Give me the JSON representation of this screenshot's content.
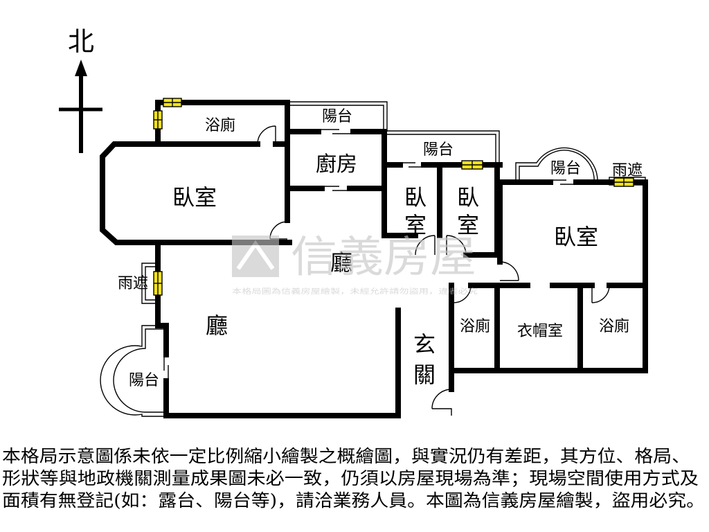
{
  "compass": {
    "label": "北"
  },
  "rooms": {
    "bath_top_left": "浴廁",
    "balcony_kitchen": "陽台",
    "kitchen": "廚房",
    "balcony_mid": "陽台",
    "bedroom_left": "臥室",
    "bedroom_small_1": [
      "臥",
      "室"
    ],
    "bedroom_small_2": [
      "臥",
      "室"
    ],
    "balcony_right": "陽台",
    "canopy_right": "雨遮",
    "bedroom_right": "臥室",
    "hall_upper": "廳",
    "canopy_left": "雨遮",
    "hall_main": "廳",
    "bath_mid": "浴廁",
    "closet": "衣帽室",
    "bath_right": "浴廁",
    "entry": [
      "玄",
      "關"
    ],
    "balcony_left": "陽台"
  },
  "watermark": {
    "brand": "信義房屋",
    "notice": "本格局圖為信義房屋繪製，未經允許請勿盜用，違者必究"
  },
  "disclaimer": [
    "本格局示意圖係未依一定比例縮小繪製之概繪圖，與實況仍有差距，其方位、格局、",
    "形狀等與地政機關測量成果圖未必一致，仍須以房屋現場為準；現場空間使用方式及",
    "面積有無登記(如：露台、陽台等)，請洽業務人員。本圖為信義房屋繪製，盜用必究。"
  ],
  "colors": {
    "wall": "#000000",
    "window": "#f2e21b",
    "watermark": "#c4c4c4",
    "background": "#ffffff"
  }
}
